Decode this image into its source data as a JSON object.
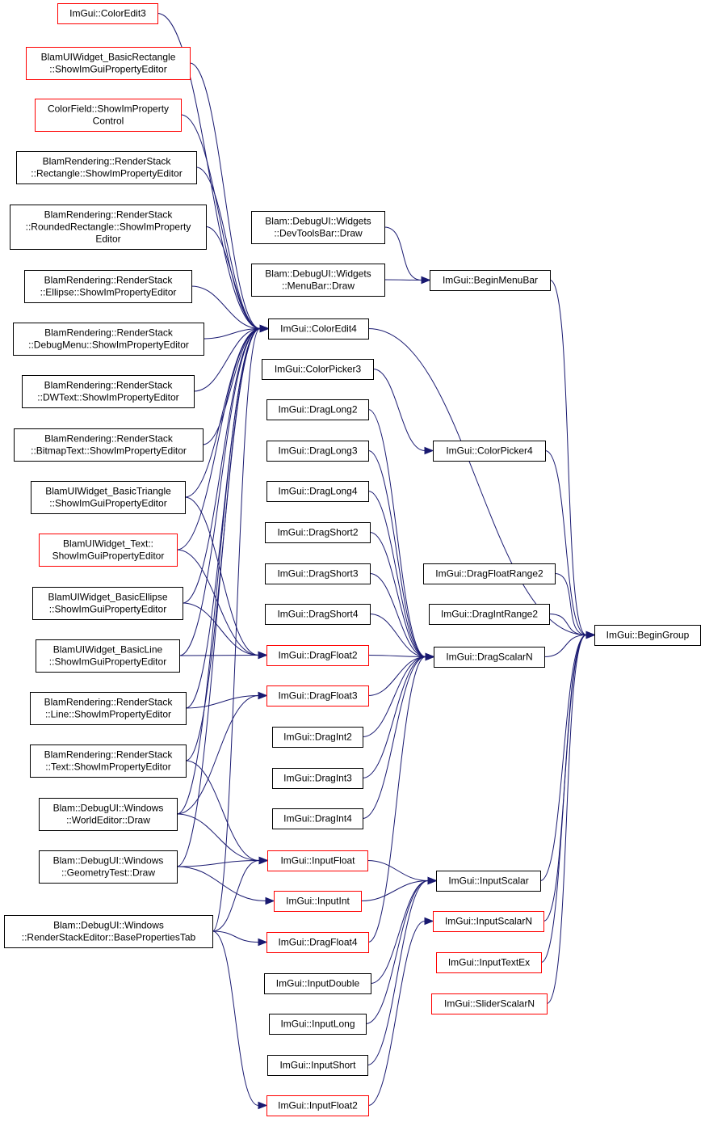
{
  "colors": {
    "edge": "#191970",
    "node_border_normal": "#000000",
    "node_border_truncated": "#ff0000",
    "node_fill_focus": "#bfbfbf",
    "node_fill": "#ffffff"
  },
  "nodes": {
    "begin_group": {
      "lines": [
        "ImGui::BeginGroup"
      ],
      "style": "focus"
    },
    "begin_menu_bar": {
      "lines": [
        "ImGui::BeginMenuBar"
      ],
      "style": "normal"
    },
    "dev_tools_bar_draw": {
      "lines": [
        "Blam::DebugUI::Widgets",
        "::DevToolsBar::Draw"
      ],
      "style": "normal"
    },
    "menu_bar_draw": {
      "lines": [
        "Blam::DebugUI::Widgets",
        "::MenuBar::Draw"
      ],
      "style": "normal"
    },
    "color_edit4": {
      "lines": [
        "ImGui::ColorEdit4"
      ],
      "style": "normal"
    },
    "color_edit3": {
      "lines": [
        "ImGui::ColorEdit3"
      ],
      "style": "truncated"
    },
    "basic_rect_editor": {
      "lines": [
        "BlamUIWidget_BasicRectangle",
        "::ShowImGuiPropertyEditor"
      ],
      "style": "truncated"
    },
    "color_field_control": {
      "lines": [
        "ColorField::ShowImProperty",
        "Control"
      ],
      "style": "truncated"
    },
    "rs_rectangle_editor": {
      "lines": [
        "BlamRendering::RenderStack",
        "::Rectangle::ShowImPropertyEditor"
      ],
      "style": "normal"
    },
    "rs_rounded_rect_editor": {
      "lines": [
        "BlamRendering::RenderStack",
        "::RoundedRectangle::ShowImProperty",
        "Editor"
      ],
      "style": "normal"
    },
    "rs_ellipse_editor": {
      "lines": [
        "BlamRendering::RenderStack",
        "::Ellipse::ShowImPropertyEditor"
      ],
      "style": "normal"
    },
    "rs_debugmenu_editor": {
      "lines": [
        "BlamRendering::RenderStack",
        "::DebugMenu::ShowImPropertyEditor"
      ],
      "style": "normal"
    },
    "rs_dwtext_editor": {
      "lines": [
        "BlamRendering::RenderStack",
        "::DWText::ShowImPropertyEditor"
      ],
      "style": "normal"
    },
    "rs_bitmaptext_editor": {
      "lines": [
        "BlamRendering::RenderStack",
        "::BitmapText::ShowImPropertyEditor"
      ],
      "style": "normal"
    },
    "basic_triangle_editor": {
      "lines": [
        "BlamUIWidget_BasicTriangle",
        "::ShowImGuiPropertyEditor"
      ],
      "style": "normal"
    },
    "text_editor": {
      "lines": [
        "BlamUIWidget_Text::",
        "ShowImGuiPropertyEditor"
      ],
      "style": "truncated"
    },
    "basic_ellipse_editor": {
      "lines": [
        "BlamUIWidget_BasicEllipse",
        "::ShowImGuiPropertyEditor"
      ],
      "style": "normal"
    },
    "basic_line_editor": {
      "lines": [
        "BlamUIWidget_BasicLine",
        "::ShowImGuiPropertyEditor"
      ],
      "style": "normal"
    },
    "rs_line_editor": {
      "lines": [
        "BlamRendering::RenderStack",
        "::Line::ShowImPropertyEditor"
      ],
      "style": "normal"
    },
    "rs_text_editor": {
      "lines": [
        "BlamRendering::RenderStack",
        "::Text::ShowImPropertyEditor"
      ],
      "style": "normal"
    },
    "world_editor_draw": {
      "lines": [
        "Blam::DebugUI::Windows",
        "::WorldEditor::Draw"
      ],
      "style": "normal"
    },
    "geometry_test_draw": {
      "lines": [
        "Blam::DebugUI::Windows",
        "::GeometryTest::Draw"
      ],
      "style": "normal"
    },
    "base_properties_tab": {
      "lines": [
        "Blam::DebugUI::Windows",
        "::RenderStackEditor::BasePropertiesTab"
      ],
      "style": "normal"
    },
    "color_picker3": {
      "lines": [
        "ImGui::ColorPicker3"
      ],
      "style": "normal"
    },
    "color_picker4": {
      "lines": [
        "ImGui::ColorPicker4"
      ],
      "style": "normal"
    },
    "drag_long2": {
      "lines": [
        "ImGui::DragLong2"
      ],
      "style": "normal"
    },
    "drag_long3": {
      "lines": [
        "ImGui::DragLong3"
      ],
      "style": "normal"
    },
    "drag_long4": {
      "lines": [
        "ImGui::DragLong4"
      ],
      "style": "normal"
    },
    "drag_short2": {
      "lines": [
        "ImGui::DragShort2"
      ],
      "style": "normal"
    },
    "drag_short3": {
      "lines": [
        "ImGui::DragShort3"
      ],
      "style": "normal"
    },
    "drag_short4": {
      "lines": [
        "ImGui::DragShort4"
      ],
      "style": "normal"
    },
    "drag_float_range2": {
      "lines": [
        "ImGui::DragFloatRange2"
      ],
      "style": "normal"
    },
    "drag_int_range2": {
      "lines": [
        "ImGui::DragIntRange2"
      ],
      "style": "normal"
    },
    "drag_scalar_n": {
      "lines": [
        "ImGui::DragScalarN"
      ],
      "style": "normal"
    },
    "drag_float2": {
      "lines": [
        "ImGui::DragFloat2"
      ],
      "style": "truncated"
    },
    "drag_float3": {
      "lines": [
        "ImGui::DragFloat3"
      ],
      "style": "truncated"
    },
    "drag_int2": {
      "lines": [
        "ImGui::DragInt2"
      ],
      "style": "normal"
    },
    "drag_int3": {
      "lines": [
        "ImGui::DragInt3"
      ],
      "style": "normal"
    },
    "drag_int4": {
      "lines": [
        "ImGui::DragInt4"
      ],
      "style": "normal"
    },
    "input_float": {
      "lines": [
        "ImGui::InputFloat"
      ],
      "style": "truncated"
    },
    "input_int": {
      "lines": [
        "ImGui::InputInt"
      ],
      "style": "truncated"
    },
    "drag_float4": {
      "lines": [
        "ImGui::DragFloat4"
      ],
      "style": "truncated"
    },
    "input_double": {
      "lines": [
        "ImGui::InputDouble"
      ],
      "style": "normal"
    },
    "input_long": {
      "lines": [
        "ImGui::InputLong"
      ],
      "style": "normal"
    },
    "input_short": {
      "lines": [
        "ImGui::InputShort"
      ],
      "style": "normal"
    },
    "input_float2": {
      "lines": [
        "ImGui::InputFloat2"
      ],
      "style": "truncated"
    },
    "input_scalar": {
      "lines": [
        "ImGui::InputScalar"
      ],
      "style": "normal"
    },
    "input_scalar_n": {
      "lines": [
        "ImGui::InputScalarN"
      ],
      "style": "truncated"
    },
    "input_text_ex": {
      "lines": [
        "ImGui::InputTextEx"
      ],
      "style": "truncated"
    },
    "slider_scalar_n": {
      "lines": [
        "ImGui::SliderScalarN"
      ],
      "style": "truncated"
    }
  },
  "edges": [
    [
      "begin_menu_bar",
      "begin_group"
    ],
    [
      "color_edit4",
      "begin_group"
    ],
    [
      "color_picker4",
      "begin_group"
    ],
    [
      "drag_float_range2",
      "begin_group"
    ],
    [
      "drag_int_range2",
      "begin_group"
    ],
    [
      "drag_scalar_n",
      "begin_group"
    ],
    [
      "input_scalar",
      "begin_group"
    ],
    [
      "input_scalar_n",
      "begin_group"
    ],
    [
      "input_text_ex",
      "begin_group"
    ],
    [
      "slider_scalar_n",
      "begin_group"
    ],
    [
      "dev_tools_bar_draw",
      "begin_menu_bar"
    ],
    [
      "menu_bar_draw",
      "begin_menu_bar"
    ],
    [
      "color_picker3",
      "color_picker4"
    ],
    [
      "color_edit3",
      "color_edit4"
    ],
    [
      "basic_rect_editor",
      "color_edit4"
    ],
    [
      "color_field_control",
      "color_edit4"
    ],
    [
      "rs_rectangle_editor",
      "color_edit4"
    ],
    [
      "rs_rounded_rect_editor",
      "color_edit4"
    ],
    [
      "rs_ellipse_editor",
      "color_edit4"
    ],
    [
      "rs_debugmenu_editor",
      "color_edit4"
    ],
    [
      "rs_dwtext_editor",
      "color_edit4"
    ],
    [
      "rs_bitmaptext_editor",
      "color_edit4"
    ],
    [
      "basic_triangle_editor",
      "color_edit4"
    ],
    [
      "text_editor",
      "color_edit4"
    ],
    [
      "basic_ellipse_editor",
      "color_edit4"
    ],
    [
      "basic_line_editor",
      "color_edit4"
    ],
    [
      "rs_line_editor",
      "color_edit4"
    ],
    [
      "rs_text_editor",
      "color_edit4"
    ],
    [
      "world_editor_draw",
      "color_edit4"
    ],
    [
      "geometry_test_draw",
      "color_edit4"
    ],
    [
      "base_properties_tab",
      "color_edit4"
    ],
    [
      "drag_long2",
      "drag_scalar_n"
    ],
    [
      "drag_long3",
      "drag_scalar_n"
    ],
    [
      "drag_long4",
      "drag_scalar_n"
    ],
    [
      "drag_short2",
      "drag_scalar_n"
    ],
    [
      "drag_short3",
      "drag_scalar_n"
    ],
    [
      "drag_short4",
      "drag_scalar_n"
    ],
    [
      "drag_float2",
      "drag_scalar_n"
    ],
    [
      "drag_float3",
      "drag_scalar_n"
    ],
    [
      "drag_int2",
      "drag_scalar_n"
    ],
    [
      "drag_int3",
      "drag_scalar_n"
    ],
    [
      "drag_int4",
      "drag_scalar_n"
    ],
    [
      "drag_float4",
      "drag_scalar_n"
    ],
    [
      "input_float",
      "input_scalar"
    ],
    [
      "input_int",
      "input_scalar"
    ],
    [
      "input_double",
      "input_scalar"
    ],
    [
      "input_long",
      "input_scalar"
    ],
    [
      "input_short",
      "input_scalar"
    ],
    [
      "input_float2",
      "input_scalar_n"
    ],
    [
      "basic_triangle_editor",
      "drag_float2"
    ],
    [
      "text_editor",
      "drag_float2"
    ],
    [
      "basic_ellipse_editor",
      "drag_float2"
    ],
    [
      "basic_line_editor",
      "drag_float2"
    ],
    [
      "rs_line_editor",
      "drag_float3"
    ],
    [
      "world_editor_draw",
      "drag_float3"
    ],
    [
      "rs_text_editor",
      "input_float"
    ],
    [
      "world_editor_draw",
      "input_float"
    ],
    [
      "geometry_test_draw",
      "input_float"
    ],
    [
      "base_properties_tab",
      "input_float"
    ],
    [
      "geometry_test_draw",
      "input_int"
    ],
    [
      "base_properties_tab",
      "drag_float4"
    ],
    [
      "base_properties_tab",
      "input_float2"
    ]
  ]
}
